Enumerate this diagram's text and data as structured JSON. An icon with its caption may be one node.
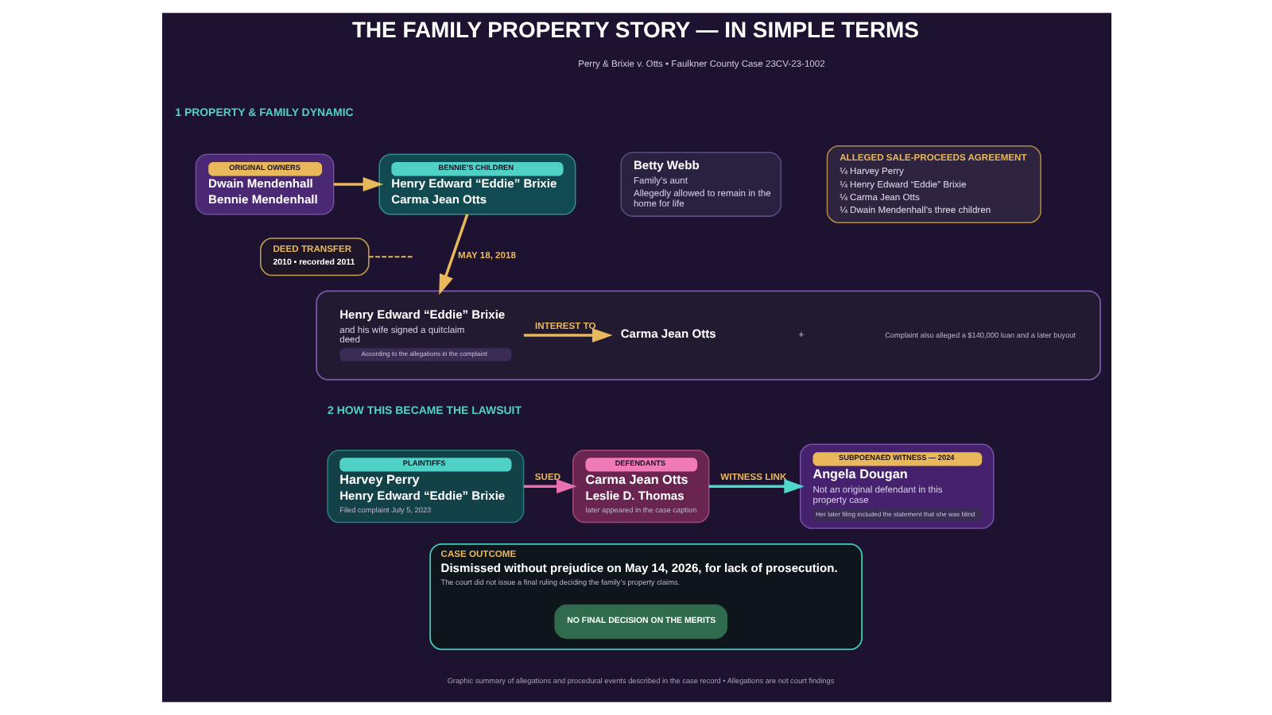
{
  "diagram": {
    "title": "THE FAMILY PROPERTY STORY — IN SIMPLE TERMS",
    "caption": "Graphic summary of allegations and procedural events described in the case record • Allegations are not court findings",
    "nodes": [
      {
        "text": [
          "ORIGINAL OWNERS",
          "Dwain Mendenhall",
          "Bennie Mendenhall"
        ]
      },
      {
        "text": [
          "BENNIE’S CHILDREN",
          "Henry Edward “Eddie” Brixie",
          "Carma Jean Otts"
        ]
      },
      {
        "text": [
          "Betty Webb",
          "Family’s aunt",
          "Allegedly allowed to remain in the home for life"
        ]
      },
      {
        "text": [
          "ALLEGED SALE-PROCEEDS AGREEMENT",
          "¼ Harvey Perry",
          "¼ Henry Edward “Eddie” Brixie",
          "¼ Carma Jean Otts",
          "¼ Dwain Mendenhall’s three children"
        ]
      },
      {
        "text": [
          "DEED TRANSFER",
          "2010 • recorded 2011"
        ]
      },
      {
        "text": [],
        "shape": "box"
      },
      {
        "text": [
          "Henry Edward “Eddie” Brixie",
          "and his wife signed a quitclaim deed",
          "According to the allegations in the complaint"
        ],
        "in": 5
      },
      {
        "text": [
          "Carma Jean Otts"
        ],
        "in": 5
      },
      {
        "text": [
          "Complaint also alleged a $140,000 loan and a later buyout"
        ],
        "in": 5
      },
      {
        "text": [
          "PLAINTIFFS",
          "Harvey Perry",
          "Henry Edward “Eddie” Brixie",
          "Filed complaint July 5, 2023"
        ]
      },
      {
        "text": [
          "DEFENDANTS",
          "Carma Jean Otts",
          "Leslie D. Thomas",
          "later appeared in the case caption"
        ]
      },
      {
        "text": [
          "SUBPOENAED WITNESS — 2024",
          "Angela Dougan",
          "Not an original defendant in this property case",
          "Her later filing included the statement that she was blind"
        ]
      },
      {
        "text": [
          "CASE OUTCOME",
          "Dismissed without prejudice on May 14, 2026, for lack of prosecution.",
          "The court did not issue a final ruling deciding the family’s property claims."
        ]
      },
      {
        "text": [
          "NO FINAL DECISION ON THE MERITS"
        ],
        "in": 12
      }
    ],
    "edges": [
      {
        "from": 0,
        "to": 1,
        "arrow": "to"
      },
      {
        "from": 4,
        "to": null,
        "arrow": "none",
        "style": "dashed"
      },
      {
        "from": 1,
        "to": 5,
        "arrow": "to",
        "label": "MAY 18, 2018"
      },
      {
        "from": 6,
        "to": 7,
        "arrow": "to",
        "label": "INTEREST TO"
      },
      {
        "from": 9,
        "to": 10,
        "arrow": "to",
        "label": "SUED",
        "color": "#e86fb0"
      },
      {
        "from": 10,
        "to": 11,
        "arrow": "to",
        "label": "WITNESS LINK",
        "color": "#4fd8cc"
      }
    ],
    "labels": [
      "Perry & Brixie v. Otts • Faulkner County Case 23CV-23-1002",
      "1 PROPERTY & FAMILY DYNAMIC",
      "+",
      "2 HOW THIS BECAME THE LAWSUIT"
    ]
  }
}
